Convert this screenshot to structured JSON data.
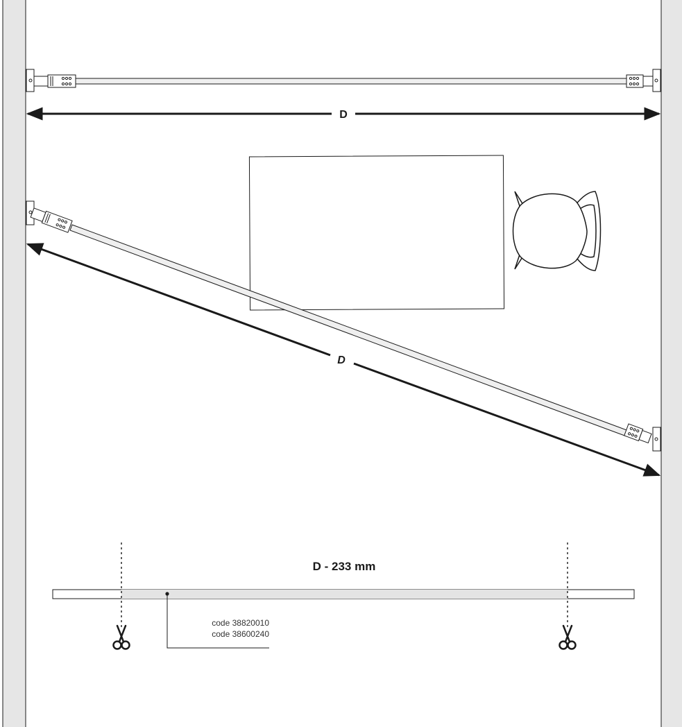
{
  "diagram": {
    "top_dimension": "D",
    "diagonal_dimension": "D",
    "cut_length": "D - 233 mm",
    "codes": [
      "code 38820010",
      "code 38600240"
    ]
  },
  "icons": {
    "cut_left": "scissors-icon",
    "cut_right": "scissors-icon",
    "chair": "chair-icon",
    "desk": "desk-rectangle"
  },
  "colors": {
    "line": "#1a1a1a",
    "wall": "#e6e6e6",
    "bar": "#efefef"
  }
}
